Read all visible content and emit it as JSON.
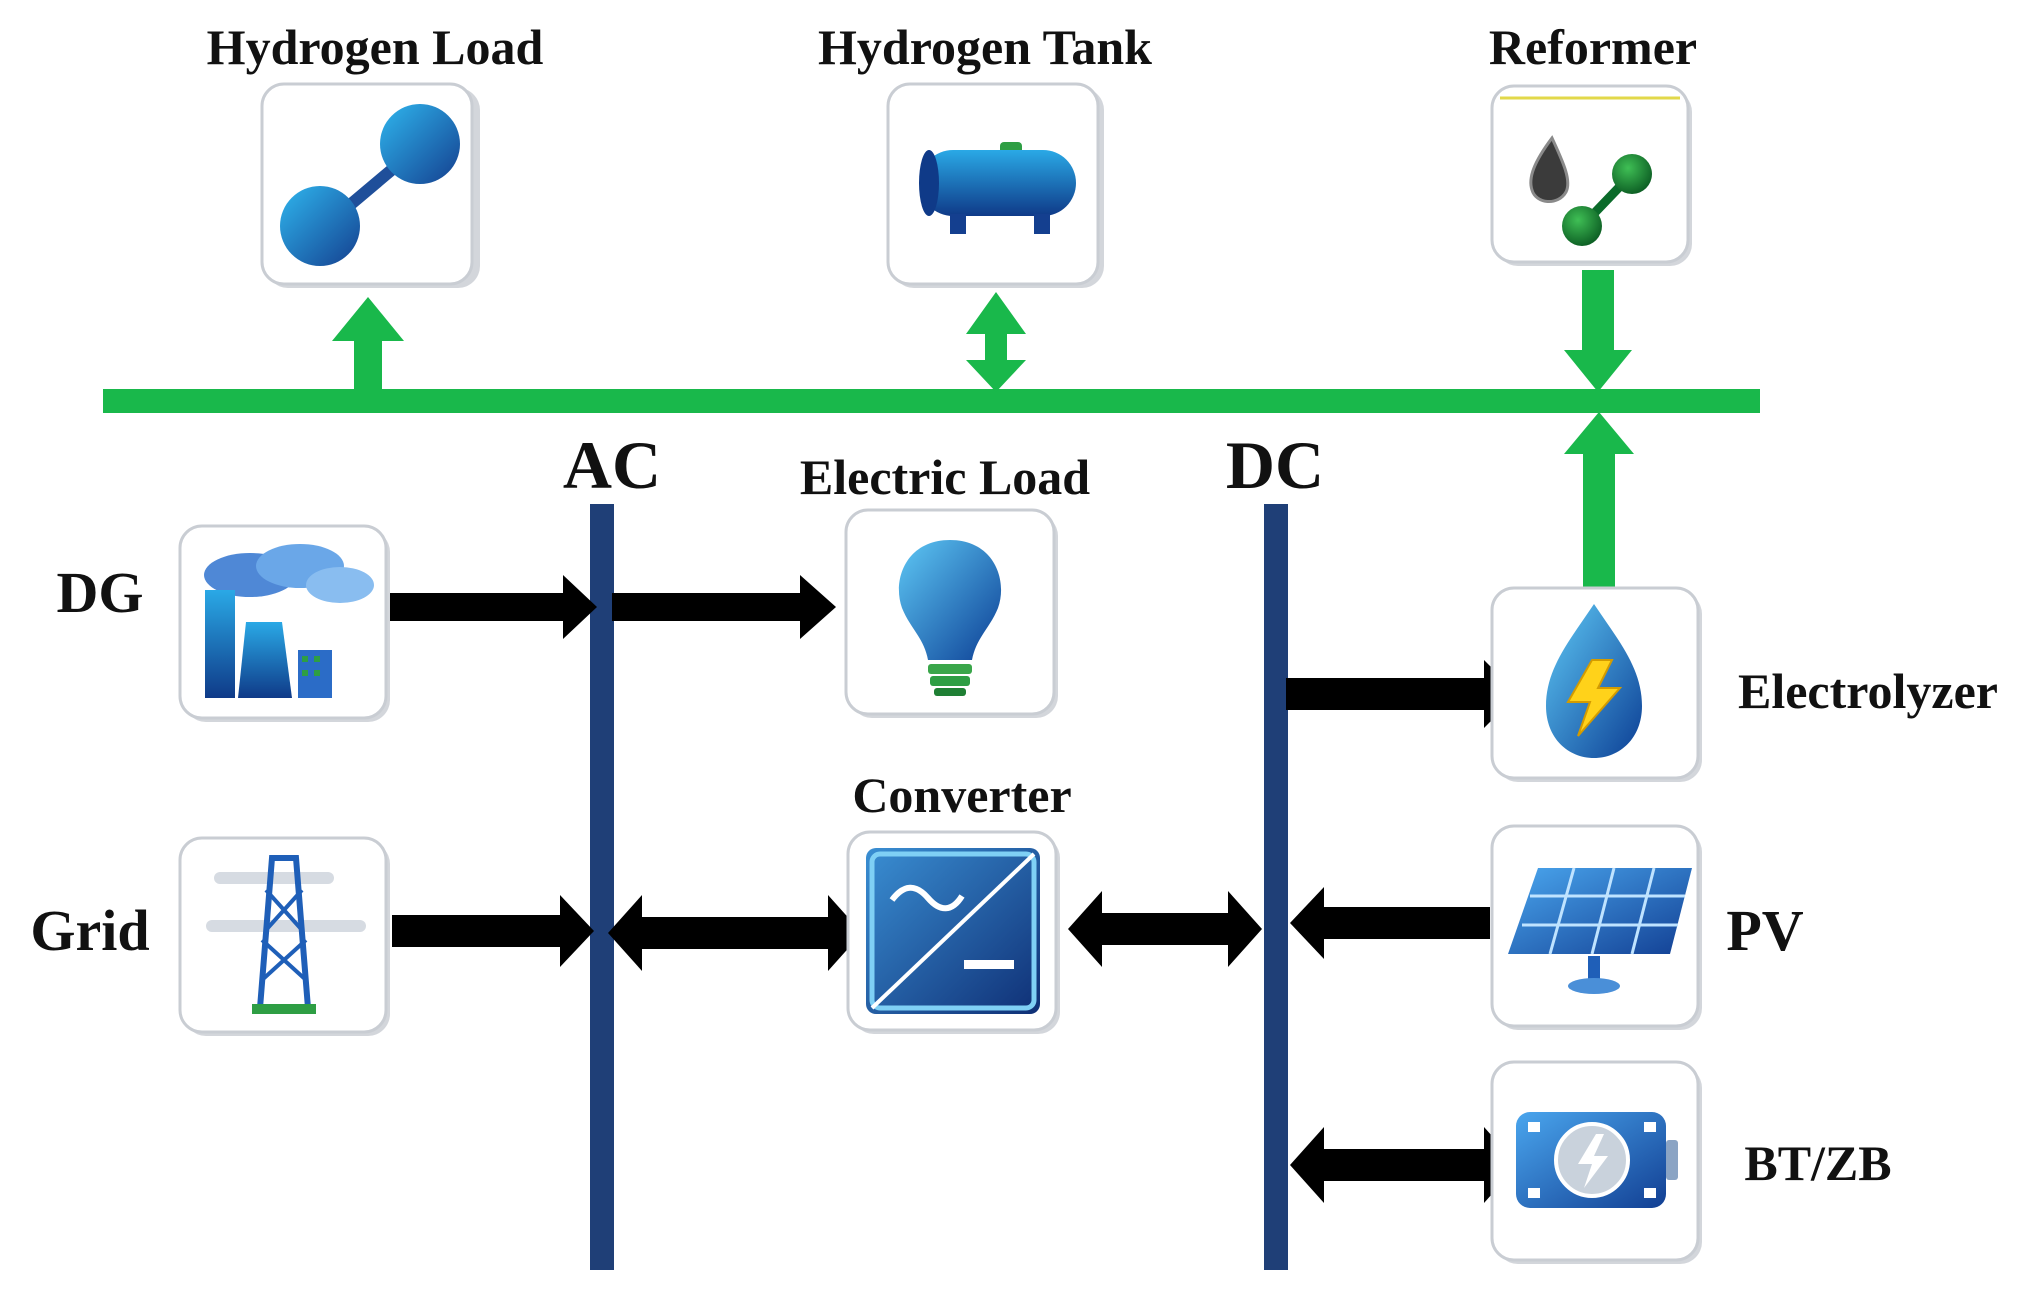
{
  "labels": {
    "hydrogen_load": "Hydrogen Load",
    "hydrogen_tank": "Hydrogen Tank",
    "reformer": "Reformer",
    "ac": "AC",
    "dc": "DC",
    "electric_load": "Electric Load",
    "converter": "Converter",
    "dg": "DG",
    "grid": "Grid",
    "electrolyzer": "Electrolyzer",
    "pv": "PV",
    "bt_zb": "BT/ZB"
  },
  "icons": {
    "hydrogen_load": "hydrogen-molecule-icon",
    "hydrogen_tank": "gas-tank-icon",
    "reformer": "reformer-icon",
    "electric_load": "light-bulb-icon",
    "dg": "power-plant-icon",
    "grid": "transmission-tower-icon",
    "converter": "ac-dc-converter-icon",
    "electrolyzer": "electrolyzer-icon",
    "pv": "solar-panel-icon",
    "bt_zb": "battery-icon"
  },
  "colors": {
    "hydrogen_bus": "#19b84b",
    "electric_bus": "#1f3f77",
    "power_arrow": "#000000",
    "icon_blue": "#1565c0",
    "icon_green": "#1e8c3a"
  }
}
